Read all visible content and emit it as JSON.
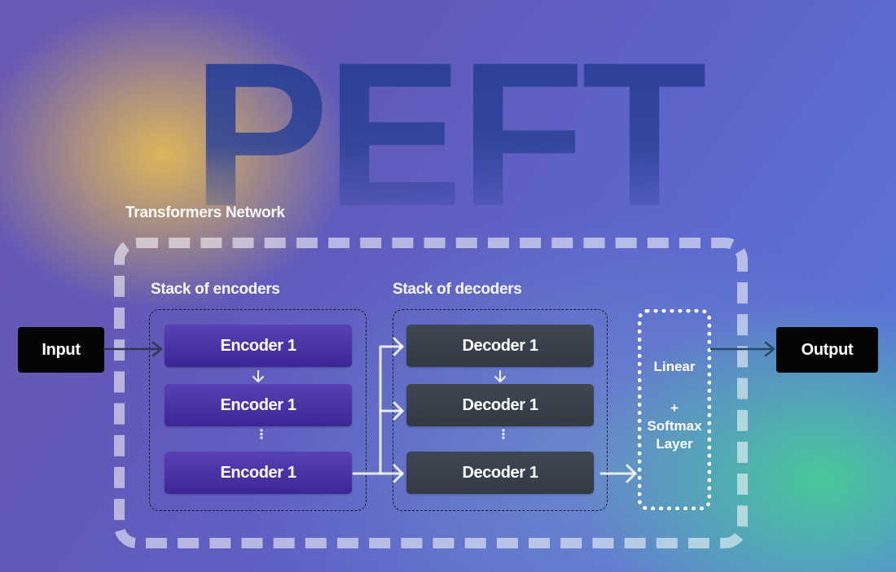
{
  "logo": {
    "text": "PEFT"
  },
  "network": {
    "label": "Transformers Network"
  },
  "encoders": {
    "label": "Stack of encoders",
    "blocks": [
      "Encoder 1",
      "Encoder 1",
      "Encoder 1"
    ],
    "ellipsis": "⋮"
  },
  "decoders": {
    "label": "Stack of decoders",
    "blocks": [
      "Decoder 1",
      "Decoder 1",
      "Decoder 1"
    ],
    "ellipsis": "⋮"
  },
  "linear_layer": {
    "line1": "Linear",
    "line2": "+",
    "line3": "Softmax",
    "line4": "Layer"
  },
  "io": {
    "input": "Input",
    "output": "Output"
  },
  "colors": {
    "encoder_fill": "#4a32a8",
    "decoder_fill": "#3a414c",
    "io_fill": "#050505",
    "yellow_glow": "#e4ba54",
    "green_glow": "#46cd96"
  }
}
